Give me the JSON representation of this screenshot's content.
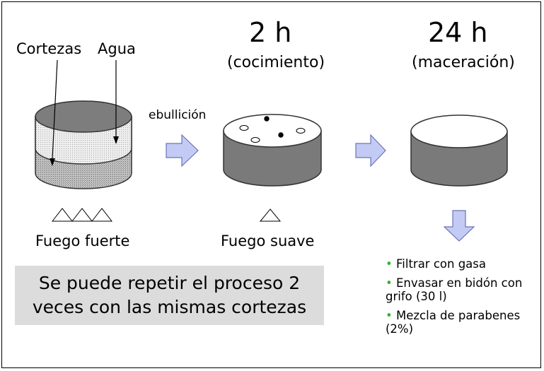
{
  "stages": {
    "one": {
      "ingredient_1": "Cortezas",
      "ingredient_2": "Agua",
      "heat_label": "Fuego fuerte"
    },
    "transition_label": "ebullición",
    "two": {
      "time": "2 h",
      "name": "(cocimiento)",
      "heat_label": "Fuego suave"
    },
    "three": {
      "time": "24 h",
      "name": "(maceración)"
    }
  },
  "note": {
    "line1": "Se puede repetir el proceso 2",
    "line2": "veces con las mismas cortezas"
  },
  "steps": [
    "Filtrar con gasa",
    "Envasar en bidón con grifo (30 l)",
    "Mezcla de parabenes (2%)"
  ],
  "colors": {
    "arrow_fill": "#c3cbf4",
    "arrow_stroke": "#6a74b8",
    "pot_body": "#7a7a7a",
    "bullet": "#2db52d",
    "note_bg": "#dcdcdc"
  }
}
